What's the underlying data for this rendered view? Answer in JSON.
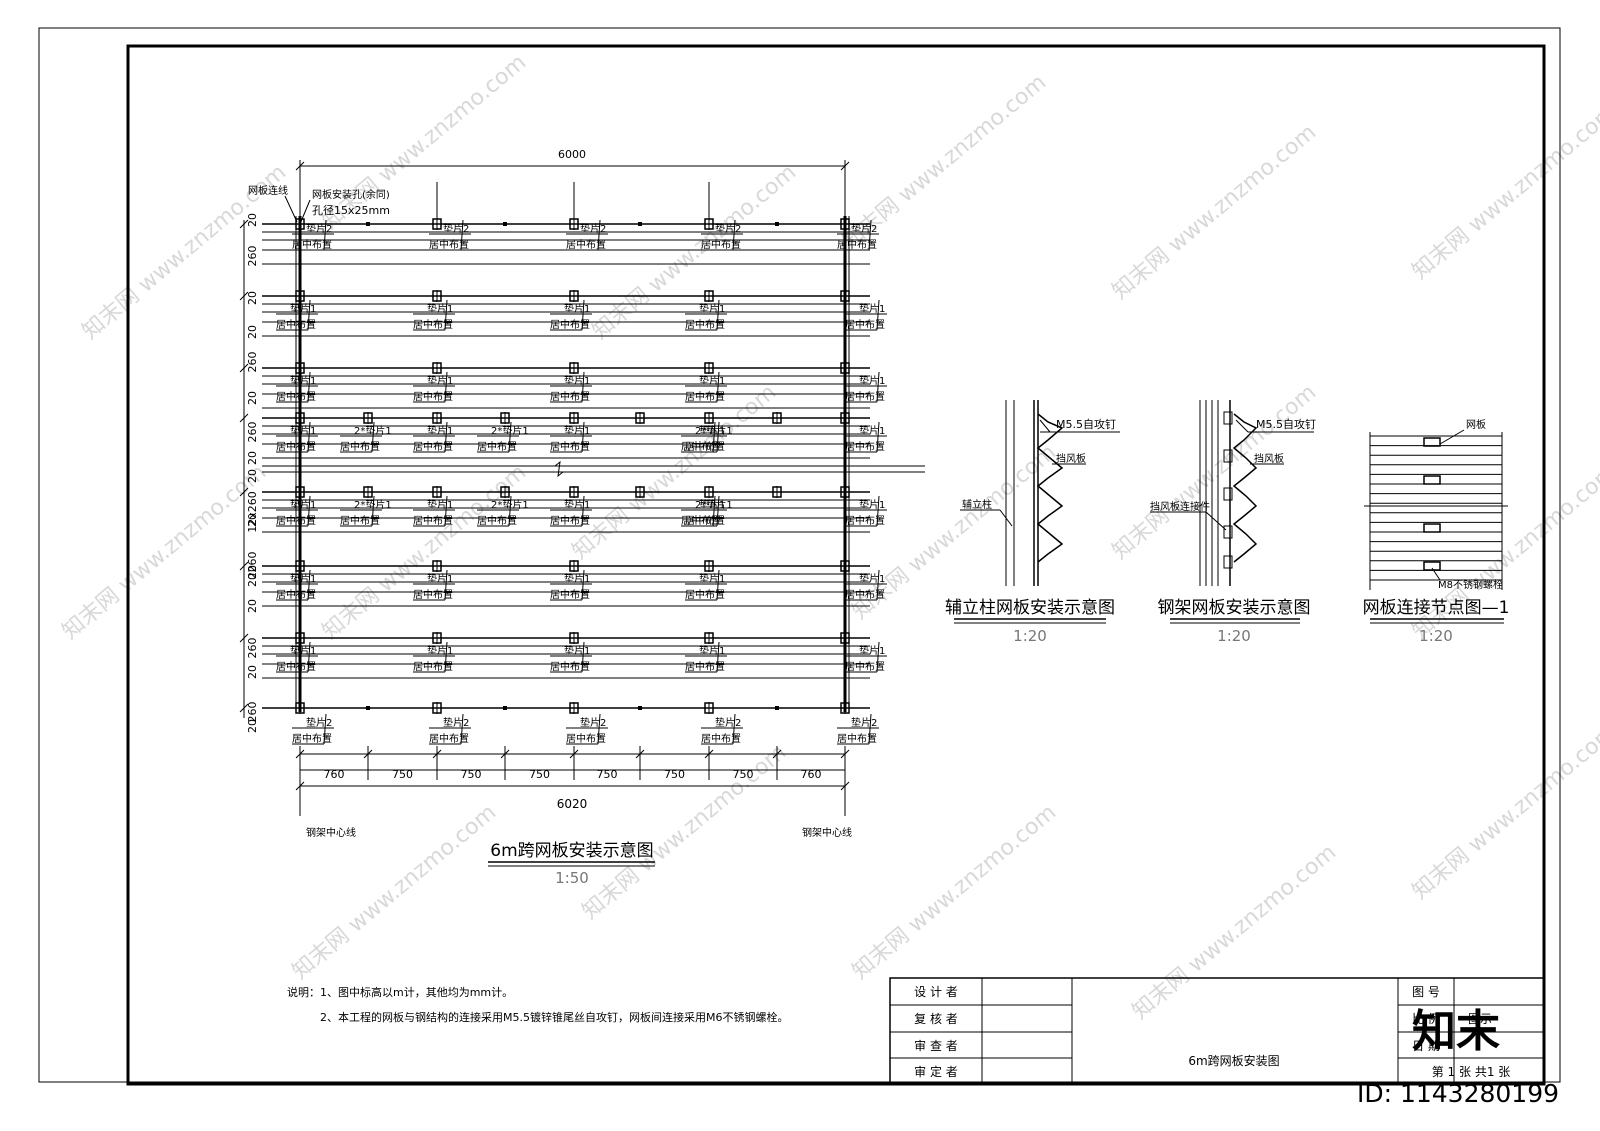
{
  "main_drawing": {
    "top_dimension": "6000",
    "label_wire_line": "网板连线",
    "label_hole_line1": "网板安装孔(余同)",
    "label_hole_line2": "孔径15x25mm",
    "left_dims": [
      "20",
      "260",
      "20",
      "20",
      "260",
      "20",
      "260",
      "20",
      "20",
      "12x260",
      "20",
      "260",
      "20",
      "20",
      "20",
      "260",
      "20",
      "260",
      "20"
    ],
    "gasket1": "垫片1",
    "gasket2": "垫片2",
    "double_gasket1": "2*垫片1",
    "center_place": "居中布置",
    "bottom_segments": [
      "760",
      "750",
      "750",
      "750",
      "750",
      "750",
      "750",
      "760"
    ],
    "bottom_total": "6020",
    "steel_center_left": "钢架中心线",
    "steel_center_right": "钢架中心线",
    "title": "6m跨网板安装示意图",
    "scale": "1:50"
  },
  "detail1": {
    "screw": "M5.5自攻钉",
    "panel": "挡风板",
    "column": "辅立柱",
    "title": "辅立柱网板安装示意图",
    "scale": "1:20"
  },
  "detail2": {
    "screw": "M5.5自攻钉",
    "panel": "挡风板",
    "connector": "挡风板连接件",
    "title": "钢架网板安装示意图",
    "scale": "1:20"
  },
  "detail3": {
    "mesh": "网板",
    "bolt": "M8不锈钢螺栓",
    "title": "网板连接节点图—1",
    "scale": "1:20"
  },
  "notes": {
    "line1": "说明：1、图中标高以m计，其他均为mm计。",
    "line2": "2、本工程的网板与钢结构的连接采用M5.5镀锌锥尾丝自攻钉，网板间连接采用M6不锈钢螺栓。"
  },
  "title_block": {
    "designer": "设 计 者",
    "reviewer": "复 核 者",
    "checker": "审 查 者",
    "approver": "审 定 者",
    "drawing_name": "6m跨网板安装图",
    "drawing_no_label": "图 号",
    "scale_label": "比 例",
    "scale_value": "图示",
    "date_label": "日 期",
    "sheet": "第 1 张 共1 张"
  },
  "watermark": {
    "logo": "知末",
    "id": "ID: 1143280199",
    "site": "www.znzmo.com",
    "brand": "知末网"
  }
}
